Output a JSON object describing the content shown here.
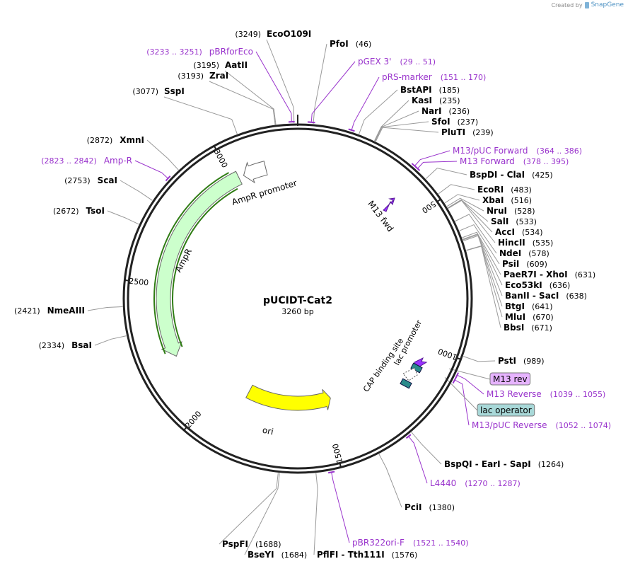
{
  "credit": {
    "text": "Created by",
    "brand": "SnapGene"
  },
  "plasmid": {
    "name": "pUCIDT-Cat2",
    "length": "3260 bp",
    "bp": 3260
  },
  "ticks": [
    {
      "pos": 500,
      "label": "500"
    },
    {
      "pos": 1000,
      "label": "1000"
    },
    {
      "pos": 1500,
      "label": "1500"
    },
    {
      "pos": 2000,
      "label": "2000"
    },
    {
      "pos": 2500,
      "label": "2500"
    },
    {
      "pos": 3000,
      "label": "3000"
    }
  ],
  "sites": [
    {
      "pos": 3249,
      "name": "EcoO109I",
      "num": "(3249)"
    },
    {
      "pos": 46,
      "name": "PfoI",
      "num": "(46)"
    },
    {
      "pos": 3195,
      "name": "AatII",
      "num": "(3195)"
    },
    {
      "pos": 3193,
      "name": "ZraI",
      "num": "(3193)"
    },
    {
      "pos": 3077,
      "name": "SspI",
      "num": "(3077)"
    },
    {
      "pos": 185,
      "name": "BstAPI",
      "num": "(185)"
    },
    {
      "pos": 235,
      "name": "KasI",
      "num": "(235)"
    },
    {
      "pos": 236,
      "name": "NarI",
      "num": "(236)"
    },
    {
      "pos": 237,
      "name": "SfoI",
      "num": "(237)"
    },
    {
      "pos": 239,
      "name": "PluTI",
      "num": "(239)"
    },
    {
      "pos": 425,
      "name": "BspDI - ClaI",
      "num": "(425)"
    },
    {
      "pos": 483,
      "name": "EcoRI",
      "num": "(483)"
    },
    {
      "pos": 516,
      "name": "XbaI",
      "num": "(516)"
    },
    {
      "pos": 528,
      "name": "NruI",
      "num": "(528)"
    },
    {
      "pos": 533,
      "name": "SalI",
      "num": "(533)"
    },
    {
      "pos": 534,
      "name": "AccI",
      "num": "(534)"
    },
    {
      "pos": 535,
      "name": "HincII",
      "num": "(535)"
    },
    {
      "pos": 578,
      "name": "NdeI",
      "num": "(578)"
    },
    {
      "pos": 609,
      "name": "PsiI",
      "num": "(609)"
    },
    {
      "pos": 631,
      "name": "PaeR7I - XhoI",
      "num": "(631)"
    },
    {
      "pos": 636,
      "name": "Eco53kI",
      "num": "(636)"
    },
    {
      "pos": 638,
      "name": "BanII - SacI",
      "num": "(638)"
    },
    {
      "pos": 641,
      "name": "BtgI",
      "num": "(641)"
    },
    {
      "pos": 670,
      "name": "MluI",
      "num": "(670)"
    },
    {
      "pos": 671,
      "name": "BbsI",
      "num": "(671)"
    },
    {
      "pos": 989,
      "name": "PstI",
      "num": "(989)"
    },
    {
      "pos": 1264,
      "name": "BspQI - EarI - SapI",
      "num": "(1264)"
    },
    {
      "pos": 1380,
      "name": "PciI",
      "num": "(1380)"
    },
    {
      "pos": 1576,
      "name": "PflFI - Tth111I",
      "num": "(1576)"
    },
    {
      "pos": 1684,
      "name": "BseYI",
      "num": "(1684)"
    },
    {
      "pos": 1688,
      "name": "PspFI",
      "num": "(1688)"
    },
    {
      "pos": 2334,
      "name": "BsaI",
      "num": "(2334)"
    },
    {
      "pos": 2421,
      "name": "NmeAIII",
      "num": "(2421)"
    },
    {
      "pos": 2672,
      "name": "TsoI",
      "num": "(2672)"
    },
    {
      "pos": 2753,
      "name": "ScaI",
      "num": "(2753)"
    },
    {
      "pos": 2872,
      "name": "XmnI",
      "num": "(2872)"
    }
  ],
  "primers": [
    {
      "start": 3233,
      "end": 3251,
      "name": "pBRforEco",
      "range": "(3233 .. 3251)"
    },
    {
      "start": 29,
      "end": 51,
      "name": "pGEX 3'",
      "range": "(29 .. 51)"
    },
    {
      "start": 151,
      "end": 170,
      "name": "pRS-marker",
      "range": "(151 .. 170)"
    },
    {
      "start": 364,
      "end": 386,
      "name": "M13/pUC Forward",
      "range": "(364 .. 386)"
    },
    {
      "start": 378,
      "end": 395,
      "name": "M13 Forward",
      "range": "(378 .. 395)"
    },
    {
      "start": 1039,
      "end": 1055,
      "name": "M13 Reverse",
      "range": "(1039 .. 1055)"
    },
    {
      "start": 1052,
      "end": 1074,
      "name": "M13/pUC Reverse",
      "range": "(1052 .. 1074)"
    },
    {
      "start": 1270,
      "end": 1287,
      "name": "L4440",
      "range": "(1270 .. 1287)"
    },
    {
      "start": 1521,
      "end": 1540,
      "name": "pBR322ori-F",
      "range": "(1521 .. 1540)"
    },
    {
      "start": 2823,
      "end": 2842,
      "name": "Amp-R",
      "range": "(2823 .. 2842)"
    }
  ],
  "boxed": [
    {
      "name": "M13 rev",
      "color": "#e6b3ff"
    },
    {
      "name": "lac operator",
      "color": "#a8d8d8"
    }
  ],
  "features": [
    {
      "name": "AmpR",
      "color": "#ccffcc",
      "stroke": "#666666"
    },
    {
      "name": "AmpR promoter",
      "color": "#ffffff",
      "stroke": "#666666"
    },
    {
      "name": "ori",
      "color": "#ffff00",
      "stroke": "#666666"
    },
    {
      "name": "M13 fwd",
      "color": "#9933ff"
    },
    {
      "name": "lac promoter",
      "color": "#ffffff"
    },
    {
      "name": "CAP binding site",
      "color": "#2a8a8a"
    }
  ],
  "colors": {
    "enzyme": "#000000",
    "primer": "#9933cc",
    "leader": "#999999"
  }
}
